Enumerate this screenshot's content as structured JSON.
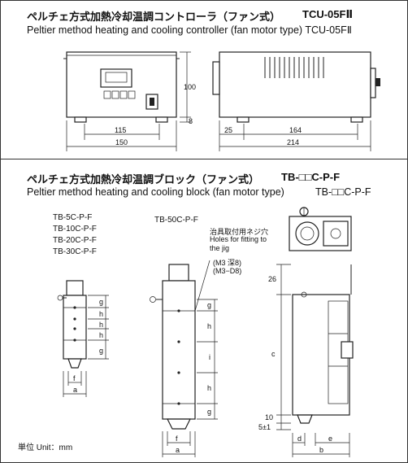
{
  "section1": {
    "title_jp": "ペルチェ方式加熱冷却温調コントローラ（ファン式）",
    "title_model": "TCU-05FⅡ",
    "title_en": "Peltier method heating and cooling controller (fan motor type) TCU-05FⅡ",
    "dims": {
      "front_height": "100",
      "front_feet": "8",
      "front_inner_width": "115",
      "front_width": "150",
      "side_offset": "25",
      "side_inner": "164",
      "side_width": "214"
    }
  },
  "section2": {
    "title_jp": "ペルチェ方式加熱冷却温調ブロック（ファン式）",
    "title_model": "TB-□□C-P-F",
    "title_en": "Peltier method heating and cooling block (fan motor type)",
    "title_en_model": "TB-□□C-P-F",
    "models_left": [
      "TB-5C-P-F",
      "TB-10C-P-F",
      "TB-20C-P-F",
      "TB-30C-P-F"
    ],
    "model_middle": "TB-50C-P-F",
    "note_jp": "治具取付用ネジ穴",
    "note_en_1": "Holes for fitting to",
    "note_en_2": "the jig",
    "note_spec_1": "(M3 深8)",
    "note_spec_2": "(M3−D8)",
    "unit": "単位 Unit：mm",
    "dims": {
      "g": "g",
      "h": "h",
      "i": "i",
      "f": "f",
      "a": "a",
      "b": "b",
      "c": "c",
      "d": "d",
      "e": "e",
      "v26": "26",
      "v10": "10",
      "v5": "5±1"
    }
  }
}
